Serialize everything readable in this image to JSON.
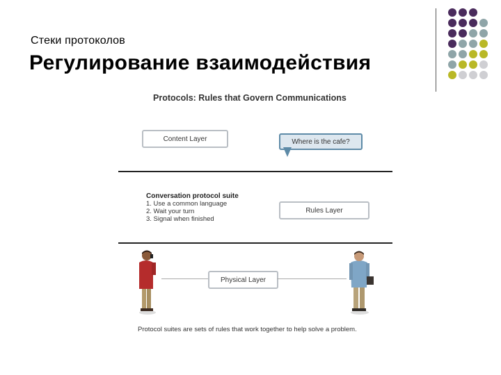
{
  "slide": {
    "subtitle": "Стеки протоколов",
    "title": "Регулирование взаимодействия"
  },
  "figure": {
    "title": "Protocols: Rules that Govern Communications",
    "content_layer": "Content Layer",
    "bubble_text": "Where is the cafe?",
    "suite_heading": "Conversation protocol suite",
    "suite_items": [
      "1. Use a common language",
      "2. Wait your turn",
      "3. Signal when finished"
    ],
    "rules_layer": "Rules Layer",
    "physical_layer": "Physical Layer",
    "caption": "Protocol suites are sets of rules that work together to help solve a problem."
  },
  "colors": {
    "dot_purple": "#4a2b5c",
    "dot_teal": "#8fa5a8",
    "dot_olive": "#b9b826",
    "dot_grey": "#cfcfd3",
    "bubble_border": "#5d8aa7",
    "box_border": "#b9bec4"
  }
}
